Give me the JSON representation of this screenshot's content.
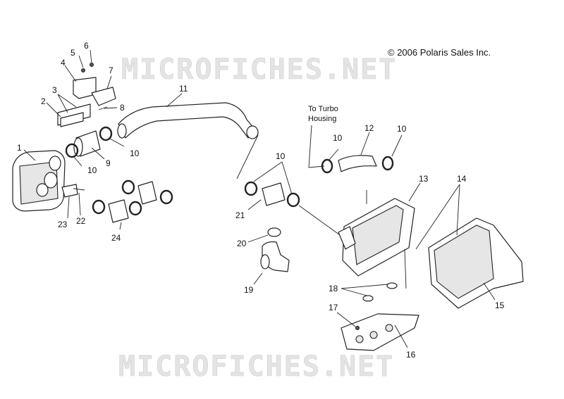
{
  "copyright": "© 2006 Polaris Sales Inc.",
  "watermark": "MICROFICHES.NET",
  "note_to_turbo": [
    "To Turbo",
    "Housing"
  ],
  "callouts": [
    "1",
    "2",
    "3",
    "4",
    "5",
    "6",
    "7",
    "8",
    "9",
    "10",
    "11",
    "12",
    "13",
    "14",
    "15",
    "16",
    "17",
    "18",
    "19",
    "20",
    "21",
    "22",
    "23",
    "24"
  ]
}
